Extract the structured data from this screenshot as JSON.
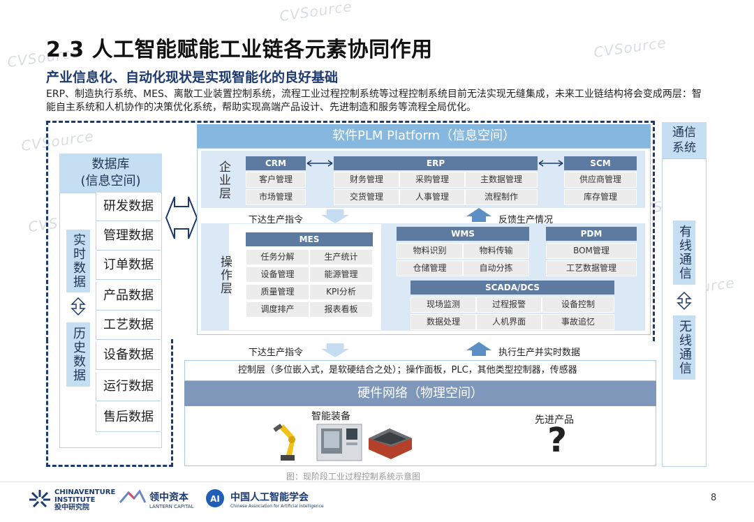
{
  "header": {
    "title": "2.3 人工智能赋能工业链各元素协同作用",
    "subtitle": "产业信息化、自动化现状是实现智能化的良好基础",
    "description": "ERP、制造执行系统、MES、离散工业装置控制系统，流程工业过程控制系统等过程控制系统目前无法实现无缝集成，未来工业链结构将会变成两层：智能自主系统和人机协作的决策优化系统，帮助实现高端产品设计、先进制造和服务等流程全局优化。"
  },
  "watermark": "CVSource",
  "database": {
    "title": "数据库\n(信息空间)",
    "title_line1": "数据库",
    "title_line2": "(信息空间)",
    "realtime_label": "实时数据",
    "history_label": "历史数据",
    "items": [
      "研发数据",
      "管理数据",
      "订单数据",
      "产品数据",
      "工艺数据",
      "设备数据",
      "运行数据",
      "售后数据"
    ]
  },
  "plm": {
    "title": "软件PLM Platform（信息空间）",
    "enterprise_layer": "企业层",
    "operation_layer": "操作层",
    "crm": {
      "header": "CRM",
      "cells": [
        "客户管理",
        "市场管理"
      ]
    },
    "erp": {
      "header": "ERP",
      "cells": [
        "财务管理",
        "采购管理",
        "主数据管理",
        "交货管理",
        "人事管理",
        "流程制作"
      ]
    },
    "scm": {
      "header": "SCM",
      "cells": [
        "供应商管理",
        "库存管理"
      ]
    },
    "down_label": "下达生产指令",
    "up_label": "反馈生产情况",
    "mes": {
      "header": "MES",
      "cells": [
        "任务分解",
        "生产统计",
        "设备管理",
        "能源管理",
        "质量管理",
        "KPI分析",
        "调度排产",
        "报表看板"
      ]
    },
    "wms": {
      "header": "WMS",
      "cells": [
        "物料识别",
        "物料传输",
        "仓储管理",
        "自动分拣"
      ]
    },
    "pdm": {
      "header": "PDM",
      "cells": [
        "BOM管理",
        "工艺数据管理"
      ]
    },
    "scada": {
      "header": "SCADA/DCS",
      "cells": [
        "现场监测",
        "过程报警",
        "设备控制",
        "数据处理",
        "人机界面",
        "事故追忆"
      ]
    }
  },
  "hardware": {
    "down_label": "下达生产指令",
    "up_label": "执行生产并实时数据",
    "control_layer": "控制层（多位嵌入式，是软硬结合之处）；操作面板，PLC，其他类型控制器，传感器",
    "title": "硬件网络（物理空间）",
    "smart_equipment": "智能装备",
    "advanced_product": "先进产品"
  },
  "comm": {
    "title": "通信系统",
    "wired": "有线通信",
    "wireless": "无线通信"
  },
  "caption": "图：现阶段工业过程控制系统示意图",
  "footer": {
    "cv_line1": "CHINAVENTURE",
    "cv_line2": "INSTITUTE",
    "cv_line3": "投中研究院",
    "lantern": "领中资本",
    "lantern_en": "LANTERN CAPITAL",
    "caai": "中国人工智能学会",
    "caai_en": "Chinese Association for Artificial Intelligence",
    "page": "8"
  }
}
